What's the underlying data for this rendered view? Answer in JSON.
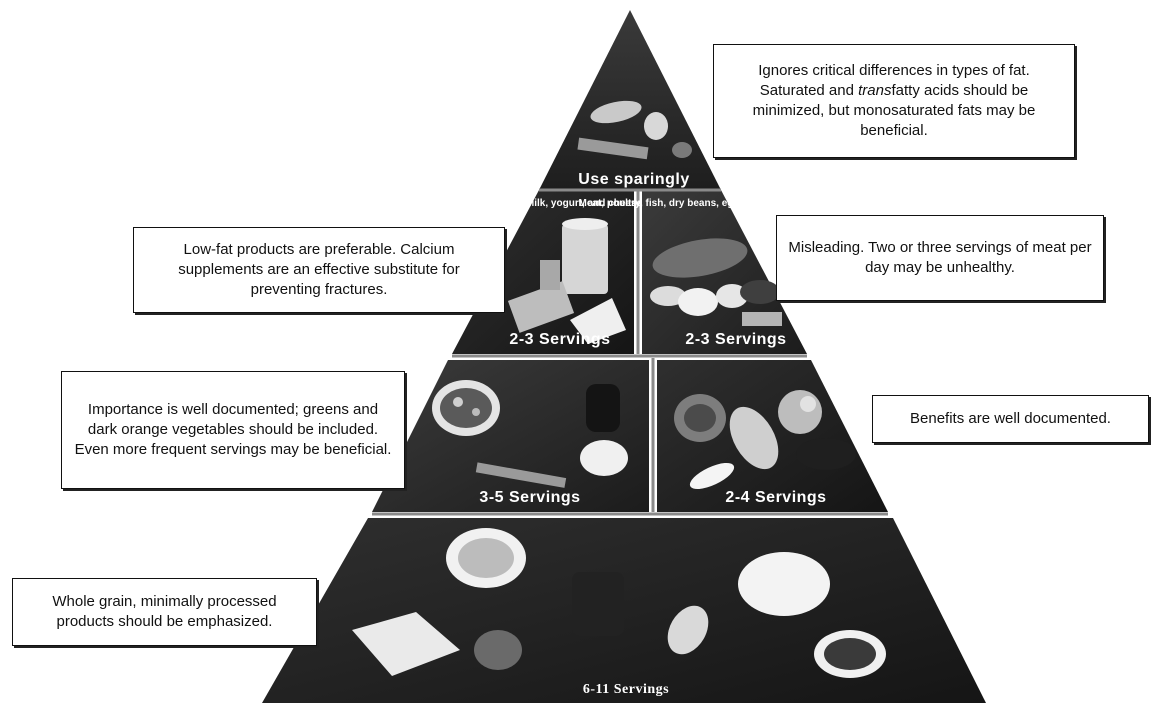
{
  "pyramid": {
    "tiers": [
      {
        "id": "fats",
        "label": "Use sparingly"
      },
      {
        "id": "protein",
        "categories": [
          "Milk, yogurt, and cheese",
          "Meat, poultry, fish, dry beans, eggs and nuts"
        ],
        "labels": [
          "2-3 Servings",
          "2-3 Servings"
        ]
      },
      {
        "id": "produce",
        "labels": [
          "3-5 Servings",
          "2-4 Servings"
        ]
      },
      {
        "id": "grains",
        "label": "6-11 Servings"
      }
    ]
  },
  "callouts": {
    "fats": {
      "parts": [
        "Ignores critical differences in types of fat. Saturated and ",
        "trans",
        "fatty acids should be minimized, but monosaturated fats may be beneficial."
      ]
    },
    "dairy": {
      "text": "Low-fat products are preferable. Calcium supplements are an effective substitute for preventing fractures."
    },
    "meat": {
      "text": "Misleading. Two or three servings of meat per day may be unhealthy."
    },
    "vegetables": {
      "text": "Importance is well documented; greens and dark orange vegetables should be included. Even more frequent servings may be beneficial."
    },
    "fruits": {
      "text": "Benefits are well documented."
    },
    "grains": {
      "text": "Whole grain, minimally processed products should be emphasized."
    }
  }
}
